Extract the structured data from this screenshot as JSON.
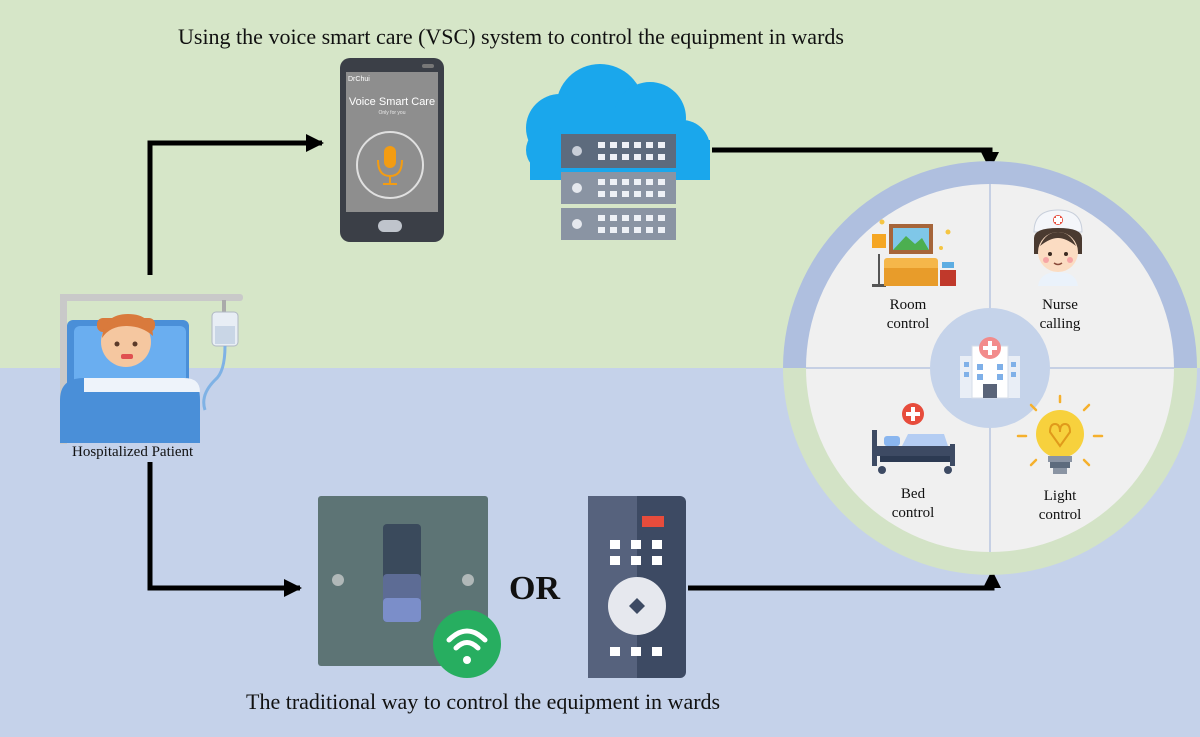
{
  "header": {
    "title": "Using the voice smart care (VSC) system to control the equipment in wards"
  },
  "footer": {
    "title": "The traditional way to control the equipment in wards"
  },
  "patient": {
    "label": "Hospitalized Patient"
  },
  "phone": {
    "brand": "DrChui",
    "app_title": "Voice Smart Care",
    "app_subtitle": "Only for you"
  },
  "or_text": "OR",
  "hub": {
    "quadrants": [
      {
        "line1": "Room",
        "line2": "control"
      },
      {
        "line1": "Nurse",
        "line2": "calling"
      },
      {
        "line1": "Bed",
        "line2": "control"
      },
      {
        "line1": "Light",
        "line2": "control"
      }
    ]
  },
  "colors": {
    "top_band": "#d6e6c8",
    "bottom_band": "#c5d2ea",
    "cloud": "#1aa7ec",
    "wifi_badge": "#27ae60",
    "arrow": "#000000"
  }
}
